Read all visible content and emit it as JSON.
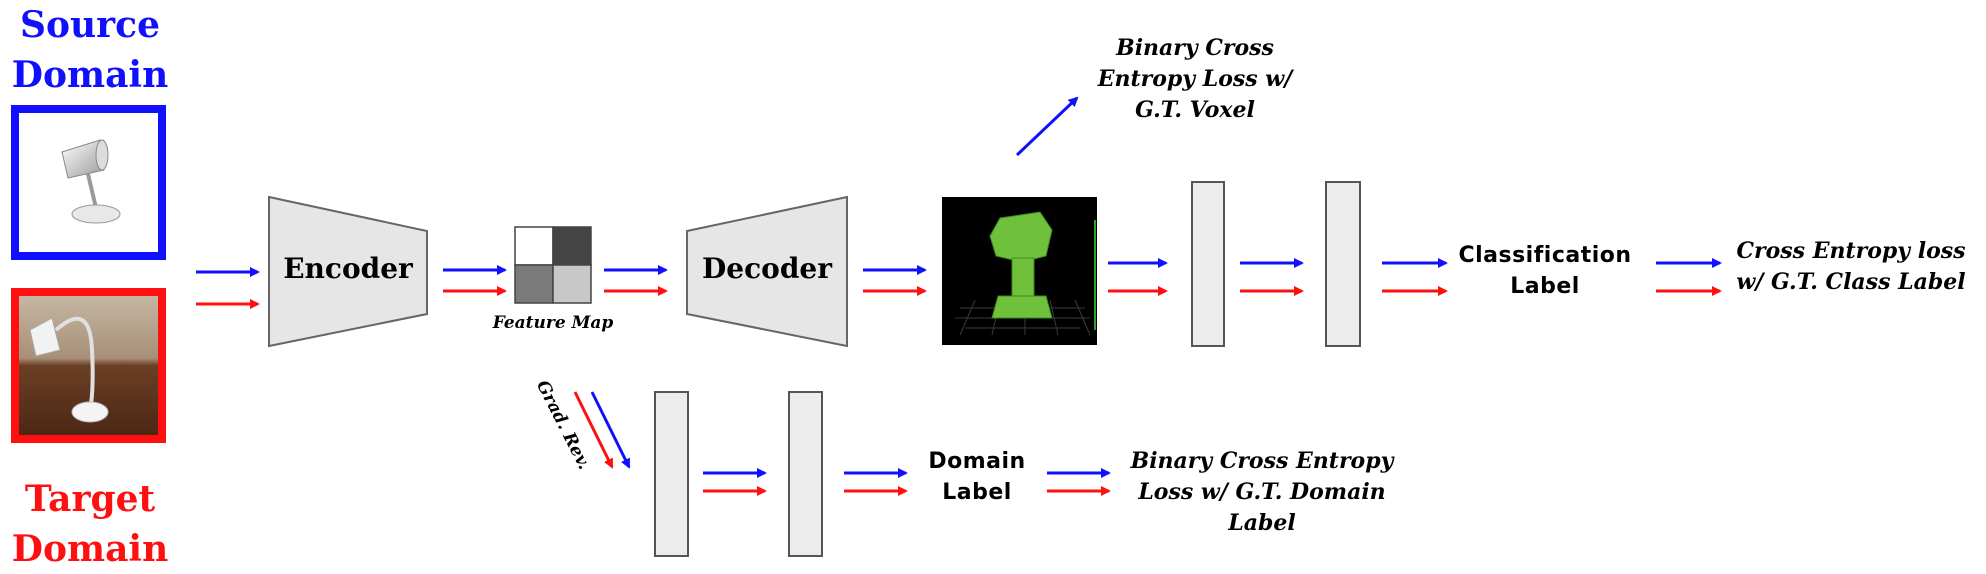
{
  "domains": {
    "source": {
      "title_line1": "Source",
      "title_line2": "Domain",
      "color": "#1010ff"
    },
    "target": {
      "title_line1": "Target",
      "title_line2": "Domain",
      "color": "#ff1010"
    }
  },
  "blocks": {
    "encoder": "Encoder",
    "decoder": "Decoder",
    "feature_map": "Feature Map",
    "grad_rev": "Grad. Rev."
  },
  "outputs": {
    "voxel_loss": [
      "Binary Cross",
      "Entropy Loss w/",
      "G.T. Voxel"
    ],
    "classification_label": [
      "Classification",
      "Label"
    ],
    "class_loss": [
      "Cross Entropy loss",
      "w/ G.T. Class Label"
    ],
    "domain_label": [
      "Domain",
      "Label"
    ],
    "domain_loss": [
      "Binary Cross Entropy",
      "Loss w/ G.T. Domain",
      "Label"
    ]
  },
  "colors": {
    "source_arrow": "#1010ff",
    "target_arrow": "#ff1010",
    "block_fill": "#ececec",
    "block_stroke": "#555555"
  }
}
